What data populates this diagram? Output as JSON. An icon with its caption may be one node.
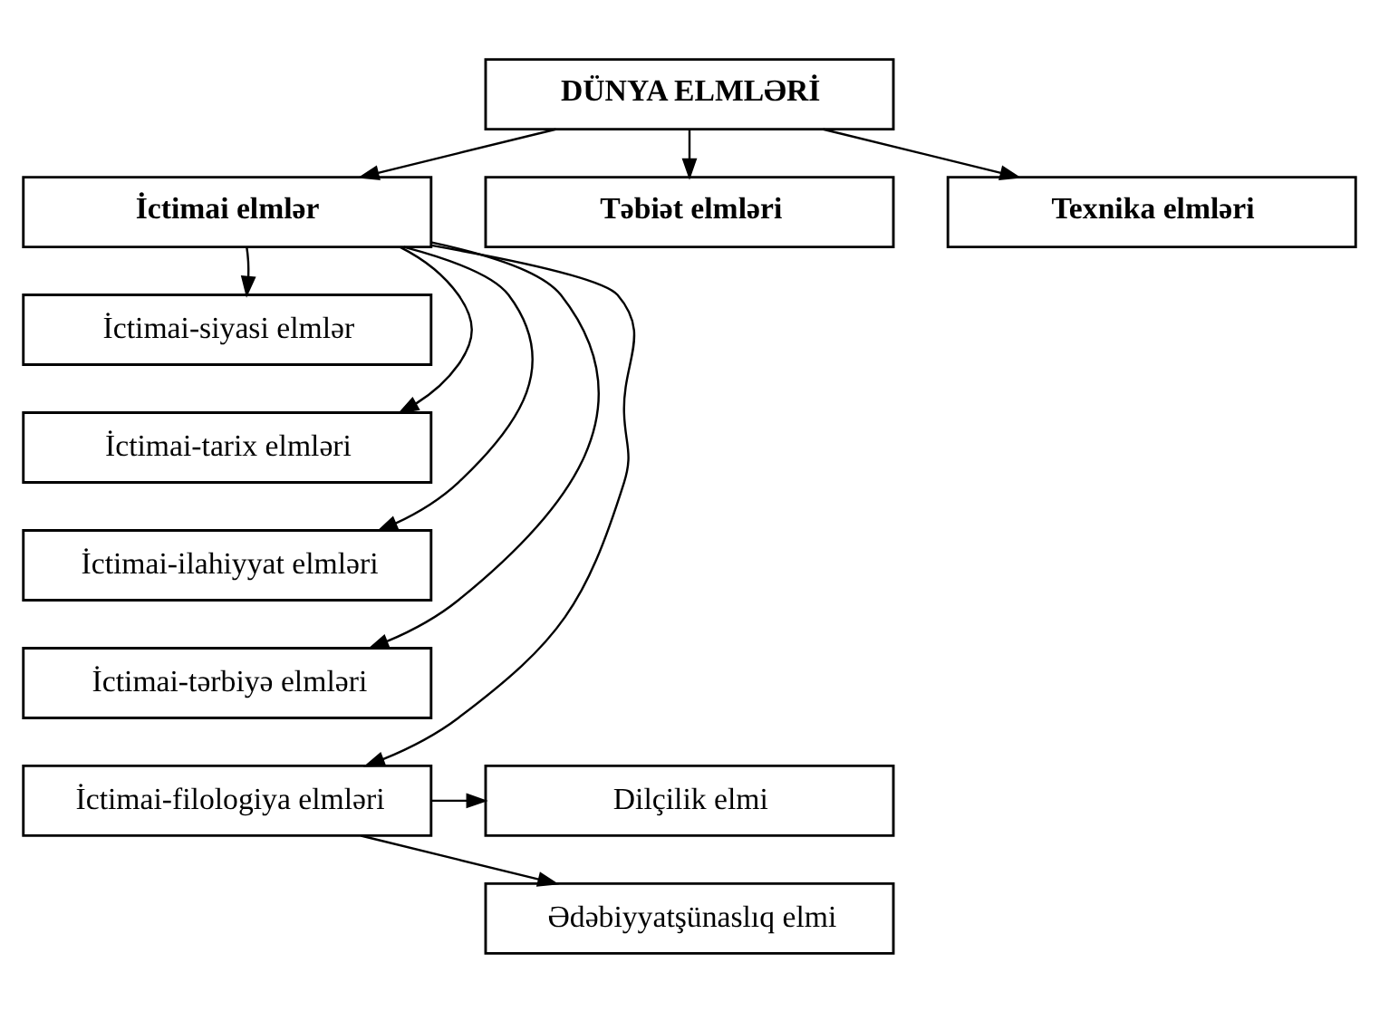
{
  "diagram": {
    "nodes": [
      {
        "text": [
          "DÜNYA ELMLƏRİ"
        ]
      },
      {
        "text": [
          "İctimai elmlər"
        ]
      },
      {
        "text": [
          "Təbiət elmləri"
        ]
      },
      {
        "text": [
          "Texnika elmləri"
        ]
      },
      {
        "text": [
          "İctimai-siyasi elmlər"
        ]
      },
      {
        "text": [
          "İctimai-tarix elmləri"
        ]
      },
      {
        "text": [
          "İctimai-ilahiyyat elmləri"
        ]
      },
      {
        "text": [
          "İctimai-tərbiyə elmləri"
        ]
      },
      {
        "text": [
          "İctimai-filologiya elmləri"
        ]
      },
      {
        "text": [
          "Dilçilik elmi"
        ]
      },
      {
        "text": [
          "Ədəbiyyatşünaslıq elmi"
        ]
      }
    ],
    "edges": [
      {
        "from": 0,
        "to": 1,
        "arrow": "to"
      },
      {
        "from": 0,
        "to": 2,
        "arrow": "to"
      },
      {
        "from": 0,
        "to": 3,
        "arrow": "to"
      },
      {
        "from": 1,
        "to": 4,
        "arrow": "to"
      },
      {
        "from": 1,
        "to": 5,
        "arrow": "to"
      },
      {
        "from": 1,
        "to": 6,
        "arrow": "to"
      },
      {
        "from": 1,
        "to": 7,
        "arrow": "to"
      },
      {
        "from": 1,
        "to": 8,
        "arrow": "to"
      },
      {
        "from": 8,
        "to": 9,
        "arrow": "to"
      },
      {
        "from": 8,
        "to": 10,
        "arrow": "to"
      }
    ]
  }
}
